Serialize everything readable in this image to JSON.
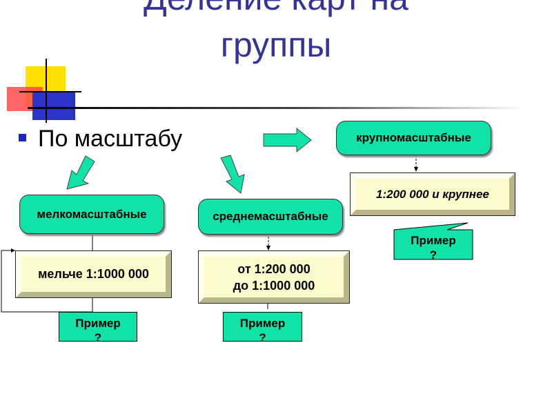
{
  "slide": {
    "title_line1": "Деление карт на",
    "title_line2": "группы"
  },
  "bullet": {
    "text": "По масштабу"
  },
  "groups": {
    "large": {
      "label": "крупномасштабные",
      "scale": "1:200 000 и крупнее",
      "example": [
        "Пример",
        "?"
      ]
    },
    "medium": {
      "label": "среднемасштабные",
      "scale": [
        "от 1:200 000",
        "до 1:1000 000"
      ],
      "example": [
        "Пример",
        "?"
      ]
    },
    "small": {
      "label": "мелкомасштабные",
      "scale": "мельче 1:1000 000",
      "example": [
        "Пример",
        "?"
      ]
    }
  },
  "colors": {
    "title": "#33339a",
    "box_fill": "#11e3a8",
    "bevel_fill": "#fdfbcc",
    "bullet": "#1f26c8"
  }
}
